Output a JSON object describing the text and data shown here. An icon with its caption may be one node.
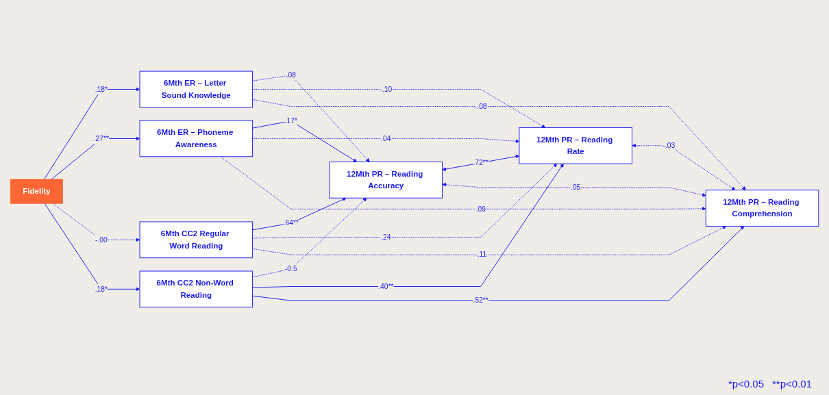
{
  "diagram": {
    "nodes": [
      {
        "text": [
          "Fidelity"
        ]
      },
      {
        "text": [
          "6Mth ER – Letter Sound Knowledge"
        ]
      },
      {
        "text": [
          "6Mth ER – Phoneme Awareness"
        ]
      },
      {
        "text": [
          "6Mth CC2 Regular Word Reading"
        ]
      },
      {
        "text": [
          "6Mth CC2 Non-Word Reading"
        ]
      },
      {
        "text": [
          "12Mth PR – Reading Accuracy"
        ]
      },
      {
        "text": [
          "12Mth PR – Reading Rate"
        ]
      },
      {
        "text": [
          "12Mth PR – Reading Comprehension"
        ]
      }
    ],
    "edges": [
      {
        "from": 0,
        "to": 1,
        "arrow": "to",
        "label": ".18*"
      },
      {
        "from": 0,
        "to": 2,
        "arrow": "to",
        "label": ".27**"
      },
      {
        "from": 0,
        "to": 3,
        "arrow": "to",
        "label": "-.00",
        "style": "dashed"
      },
      {
        "from": 0,
        "to": 4,
        "arrow": "to",
        "label": ".18*"
      },
      {
        "from": 1,
        "to": 5,
        "arrow": "to",
        "label": ".08",
        "style": "dashed"
      },
      {
        "from": 2,
        "to": 5,
        "arrow": "to",
        "label": ".17*"
      },
      {
        "from": 3,
        "to": 5,
        "arrow": "to",
        "label": ".64**"
      },
      {
        "from": 4,
        "to": 5,
        "arrow": "to",
        "label": "-0.5",
        "style": "dashed"
      },
      {
        "from": 1,
        "to": 6,
        "arrow": "to",
        "label": "-.10",
        "style": "dashed"
      },
      {
        "from": 2,
        "to": 6,
        "arrow": "to",
        "label": ".04",
        "style": "dashed"
      },
      {
        "from": 3,
        "to": 6,
        "arrow": "to",
        "label": ".24",
        "style": "dashed"
      },
      {
        "from": 4,
        "to": 6,
        "arrow": "to",
        "label": ".40**"
      },
      {
        "from": 1,
        "to": 7,
        "arrow": "to",
        "label": "-.08",
        "style": "dashed"
      },
      {
        "from": 2,
        "to": 7,
        "arrow": "to",
        "label": ".09",
        "style": "dashed"
      },
      {
        "from": 3,
        "to": 7,
        "arrow": "to",
        "label": "-.11",
        "style": "dashed"
      },
      {
        "from": 4,
        "to": 7,
        "arrow": "to",
        "label": ".52**"
      },
      {
        "from": 5,
        "to": 6,
        "arrow": "both",
        "label": ".72**"
      },
      {
        "from": 6,
        "to": 7,
        "arrow": "both",
        "label": "-.03",
        "style": "dashed"
      },
      {
        "from": 5,
        "to": 7,
        "arrow": "both",
        "label": ".05",
        "style": "dashed"
      }
    ],
    "labels": [
      "*p<0.05",
      "**p<0.01"
    ]
  }
}
